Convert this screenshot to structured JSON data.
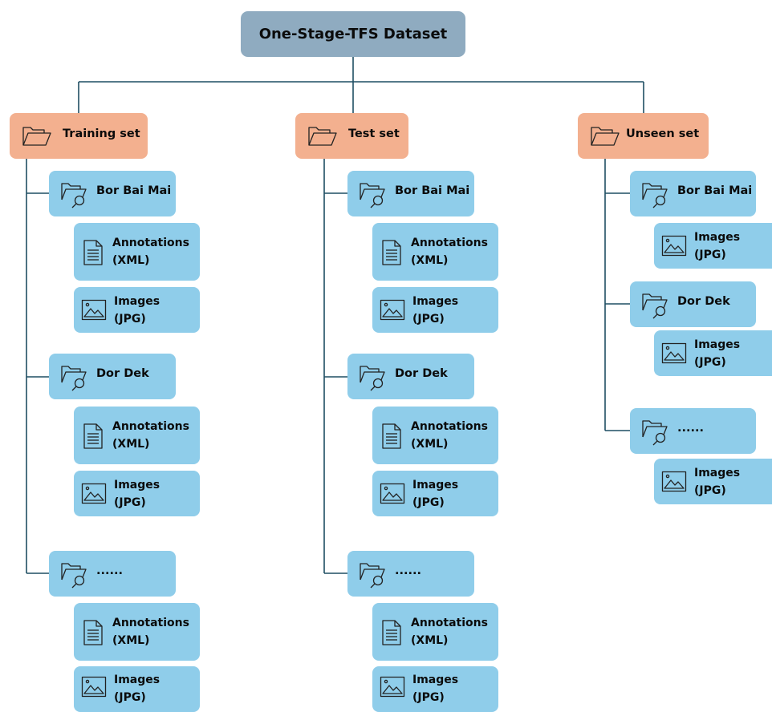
{
  "root": {
    "title": "One-Stage-TFS Dataset"
  },
  "sets": [
    {
      "label": "Training set",
      "folders": [
        {
          "label": "Bor Bai Mai",
          "files": [
            {
              "type": "doc",
              "name": "Annotations",
              "format": "(XML)"
            },
            {
              "type": "image",
              "name": "Images",
              "format": "(JPG)"
            }
          ]
        },
        {
          "label": "Dor Dek",
          "files": [
            {
              "type": "doc",
              "name": "Annotations",
              "format": "(XML)"
            },
            {
              "type": "image",
              "name": "Images",
              "format": "(JPG)"
            }
          ]
        },
        {
          "label": "......",
          "files": [
            {
              "type": "doc",
              "name": "Annotations",
              "format": "(XML)"
            },
            {
              "type": "image",
              "name": "Images",
              "format": "(JPG)"
            }
          ]
        }
      ]
    },
    {
      "label": "Test set",
      "folders": [
        {
          "label": "Bor Bai Mai",
          "files": [
            {
              "type": "doc",
              "name": "Annotations",
              "format": "(XML)"
            },
            {
              "type": "image",
              "name": "Images",
              "format": "(JPG)"
            }
          ]
        },
        {
          "label": "Dor Dek",
          "files": [
            {
              "type": "doc",
              "name": "Annotations",
              "format": "(XML)"
            },
            {
              "type": "image",
              "name": "Images",
              "format": "(JPG)"
            }
          ]
        },
        {
          "label": "......",
          "files": [
            {
              "type": "doc",
              "name": "Annotations",
              "format": "(XML)"
            },
            {
              "type": "image",
              "name": "Images",
              "format": "(JPG)"
            }
          ]
        }
      ]
    },
    {
      "label": "Unseen set",
      "folders": [
        {
          "label": "Bor Bai Mai",
          "files": [
            {
              "type": "image",
              "name": "Images",
              "format": "(JPG)"
            }
          ]
        },
        {
          "label": "Dor Dek",
          "files": [
            {
              "type": "image",
              "name": "Images",
              "format": "(JPG)"
            }
          ]
        },
        {
          "label": "......",
          "files": [
            {
              "type": "image",
              "name": "Images",
              "format": "(JPG)"
            }
          ]
        }
      ]
    }
  ],
  "colors": {
    "root": "#8fabc0",
    "set": "#f3b08f",
    "item": "#8fcdea",
    "connector": "#1f4e63"
  }
}
